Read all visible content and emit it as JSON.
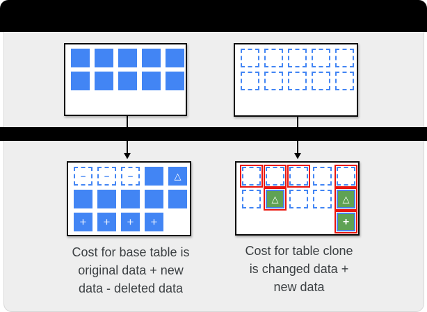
{
  "colors": {
    "blue": "#4285f4",
    "green": "#5fa254",
    "red": "#ea150d",
    "black": "#000000",
    "panel_gray": "#eeeeee",
    "text": "#3c4043",
    "box_border": "#0a0a0a"
  },
  "symbols": {
    "minus": "−",
    "plus": "+",
    "triangle": "△"
  },
  "boxes": {
    "base_table": {
      "rows": [
        [
          "solid",
          "solid",
          "solid",
          "solid",
          "solid"
        ],
        [
          "solid",
          "solid",
          "solid",
          "solid",
          "solid"
        ]
      ]
    },
    "table_clone": {
      "rows": [
        [
          "dashed",
          "dashed",
          "dashed",
          "dashed",
          "dashed"
        ],
        [
          "dashed",
          "dashed",
          "dashed",
          "dashed",
          "dashed"
        ]
      ]
    },
    "base_table_result": {
      "rows": [
        [
          "dashed-minus",
          "dashed-minus",
          "dashed-minus",
          "solid",
          "solid-triangle"
        ],
        [
          "solid",
          "solid",
          "solid",
          "solid",
          "solid"
        ],
        [
          "solid-plus",
          "solid-plus",
          "solid-plus",
          "solid-plus",
          "empty"
        ]
      ]
    },
    "table_clone_result": {
      "rows": [
        [
          "dashed-red",
          "dashed-red",
          "dashed-red",
          "dashed",
          "dashed-red"
        ],
        [
          "dashed",
          "green-triangle-red",
          "dashed",
          "dashed",
          "green-triangle-red"
        ],
        [
          "empty",
          "empty",
          "empty",
          "empty",
          "green-plus-red"
        ]
      ]
    }
  },
  "captions": {
    "base_table": [
      "Cost for base table is",
      "original data + new",
      "data - deleted data"
    ],
    "table_clone": [
      "Cost for table clone",
      "is changed data +",
      "new data"
    ]
  }
}
